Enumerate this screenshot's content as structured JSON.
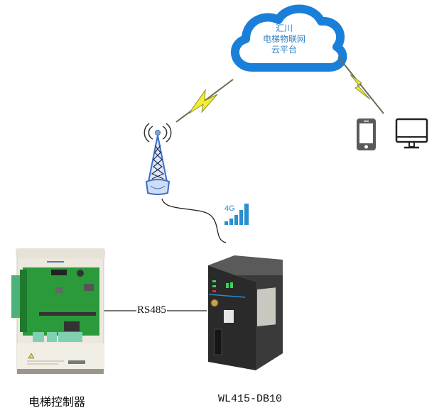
{
  "diagram": {
    "cloud": {
      "lines": [
        "汇川",
        "电梯物联网",
        "云平台"
      ],
      "color": "#1a7fd9"
    },
    "network": {
      "signal_label": "4G",
      "signal_color": "#2a8fd0",
      "signal_bars": 5
    },
    "link": {
      "label": "RS485"
    },
    "nodes": {
      "controller": {
        "label": "电梯控制器"
      },
      "gateway": {
        "label": "WL415-DB10"
      },
      "tower": {
        "label": ""
      },
      "phone": {
        "label": ""
      },
      "monitor": {
        "label": ""
      }
    },
    "colors": {
      "lightning_fill": "#f2ef2a",
      "tower_blue": "#3b6fc4",
      "device_gray": "#555555"
    }
  }
}
